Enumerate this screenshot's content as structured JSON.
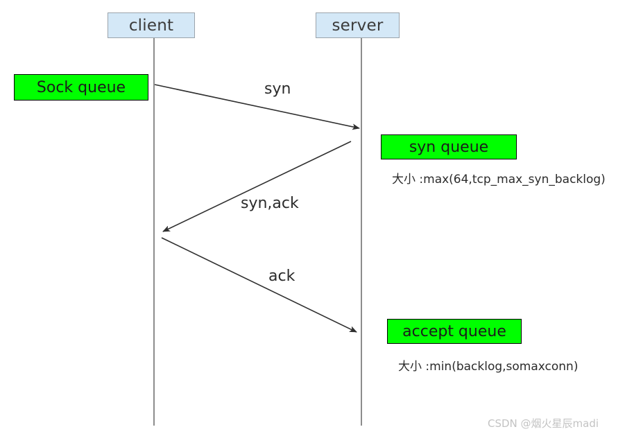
{
  "diagram": {
    "title_actors": {
      "client": "client",
      "server": "server"
    },
    "queues": {
      "sock": "Sock queue",
      "syn": "syn queue",
      "accept": "accept queue"
    },
    "captions": {
      "syn_queue_size": "大小 :max(64,tcp_max_syn_backlog)",
      "accept_queue_size": "大小 :min(backlog,somaxconn)"
    },
    "messages": {
      "first": "syn",
      "second": "syn,ack",
      "third": "ack"
    },
    "watermark": "CSDN @烟火星辰madi",
    "colors": {
      "actor_fill": "#d4e8f7",
      "actor_border": "#9aa3ab",
      "queue_fill": "#00ff00",
      "queue_border": "#000000",
      "lifeline": "#8c8c8c",
      "arrow": "#2f2f2f",
      "watermark": "#c3c3c3"
    }
  }
}
